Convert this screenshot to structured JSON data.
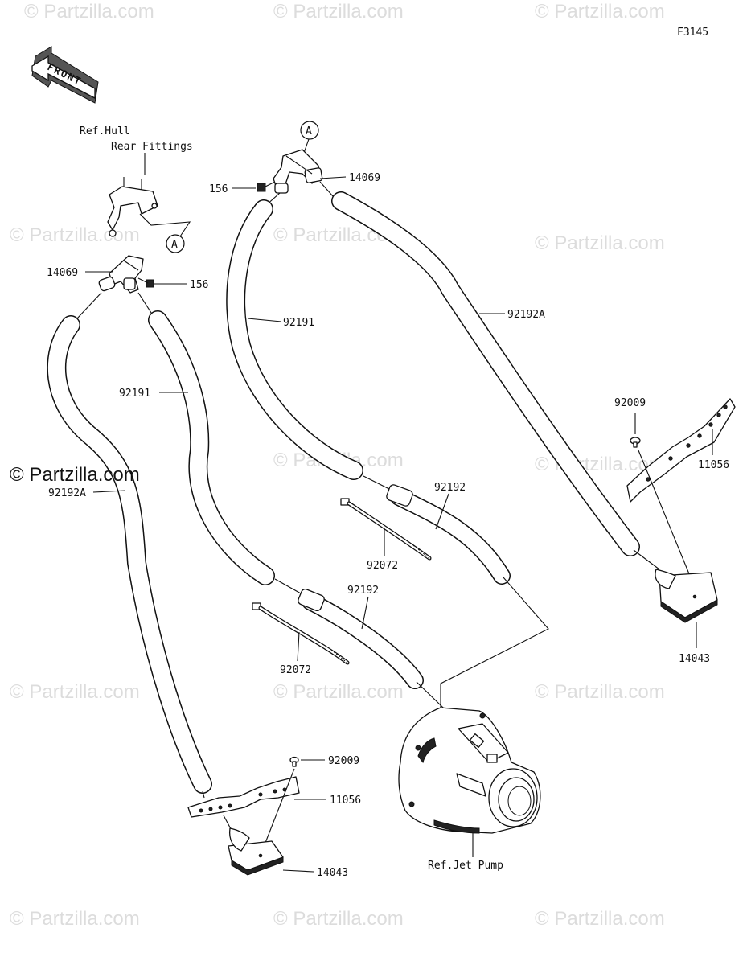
{
  "figure_code": "F3145",
  "front_arrow_label": "FRONT",
  "watermark": {
    "faint_text": "© Partzilla.com",
    "prominent_text": "© Partzilla.com"
  },
  "references": {
    "hull_line1": "Ref.Hull",
    "hull_line2": "Rear Fittings",
    "jet_pump": "Ref.Jet Pump",
    "connector_letter": "A"
  },
  "parts": {
    "fitting_right": "14069",
    "fitting_left": "14069",
    "bolt_right": "156",
    "bolt_left": "156",
    "hose_92191_right": "92191",
    "hose_92191_left": "92191",
    "hose_92192A_right": "92192A",
    "hose_92192A_left": "92192A",
    "hose_92192_upper": "92192",
    "hose_92192_lower": "92192",
    "tie_92072_upper": "92072",
    "tie_92072_lower": "92072",
    "screw_92009_right": "92009",
    "screw_92009_left": "92009",
    "bracket_11056_right": "11056",
    "bracket_11056_left": "11056",
    "inlet_14043_right": "14043",
    "inlet_14043_left": "14043"
  }
}
